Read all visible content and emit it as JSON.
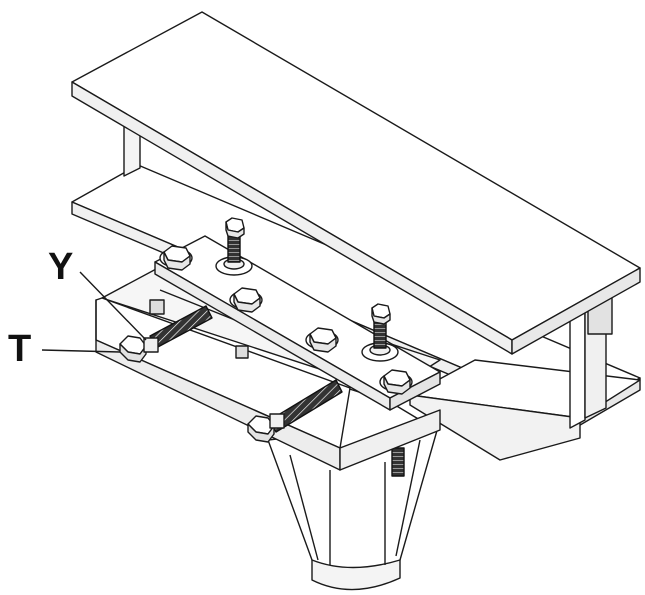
{
  "labels": {
    "y": "Y",
    "t": "T"
  },
  "colors": {
    "line": "#1a1a1a",
    "fill": "#ffffff",
    "shade": "#e6e6e6",
    "dark": "#222222"
  },
  "parts": [
    "i-beam",
    "top-flange",
    "bottom-flange",
    "web",
    "clamp-plate",
    "clamp-channel",
    "hex-bolt",
    "washer",
    "threaded-rod",
    "nut",
    "post-cone",
    "post-tube"
  ]
}
